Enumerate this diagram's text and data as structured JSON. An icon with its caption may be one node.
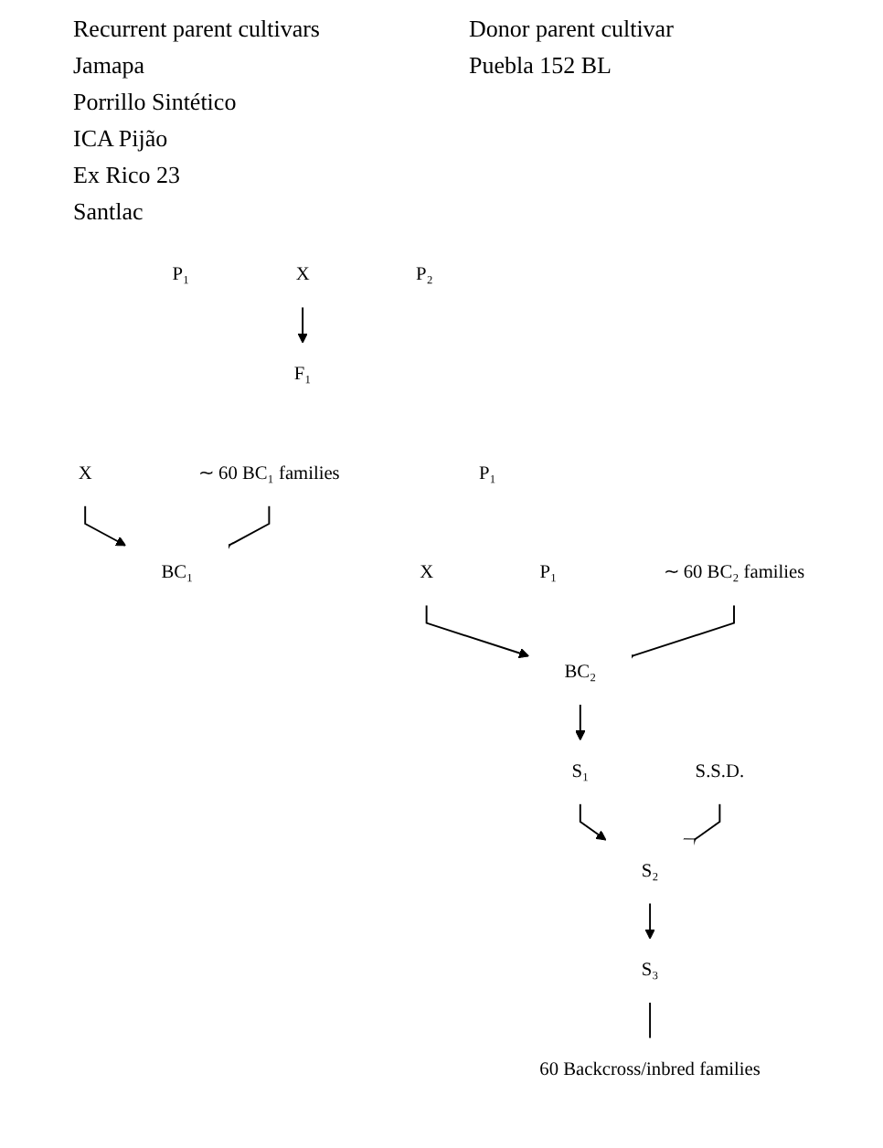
{
  "diagram": {
    "nodes": [
      {
        "text": [
          "P₁"
        ]
      },
      {
        "text": [
          "X"
        ]
      },
      {
        "text": [
          "P₂"
        ]
      },
      {
        "text": [
          "F₁"
        ]
      },
      {
        "text": [
          "P₁"
        ]
      },
      {
        "text": [
          "X"
        ]
      },
      {
        "text": [
          "BC₁"
        ]
      },
      {
        "text": [
          "X"
        ]
      },
      {
        "text": [
          "P₁"
        ]
      },
      {
        "text": [
          "BC₂"
        ]
      },
      {
        "text": [
          "S₁"
        ]
      },
      {
        "text": [
          "S₂"
        ]
      },
      {
        "text": [
          "S₃"
        ]
      },
      {
        "text": [
          "∼ 60 BC₁ families"
        ]
      },
      {
        "text": [
          "∼ 60 BC₂ families"
        ]
      },
      {
        "text": [
          "S.S.D."
        ]
      },
      {
        "text": [
          "60 Backcross/inbred families"
        ]
      }
    ],
    "edges": [
      {
        "from": 1,
        "to": 3,
        "arrow": "to"
      },
      {
        "from": 5,
        "to": 6,
        "arrow": "to"
      },
      {
        "from": 7,
        "to": 9,
        "arrow": "to"
      },
      {
        "from": 9,
        "to": 10,
        "arrow": "to"
      },
      {
        "from": 10,
        "to": 11,
        "arrow": "to"
      },
      {
        "from": 11,
        "to": 12,
        "arrow": "to"
      },
      {
        "from": 13,
        "to": 6,
        "arrow": "other"
      },
      {
        "from": 14,
        "to": 9,
        "arrow": "other"
      },
      {
        "from": 15,
        "to": 11,
        "arrow": "other"
      },
      {
        "from": 12,
        "to": 16,
        "arrow": "none"
      }
    ],
    "labels": [
      "Recurrent parent cultivars",
      "Donor parent cultivar",
      "Jamapa",
      "Puebla 152 BL",
      "Porrillo Sintético",
      "ICA Pijão",
      "Ex Rico 23",
      "Santlac"
    ]
  }
}
